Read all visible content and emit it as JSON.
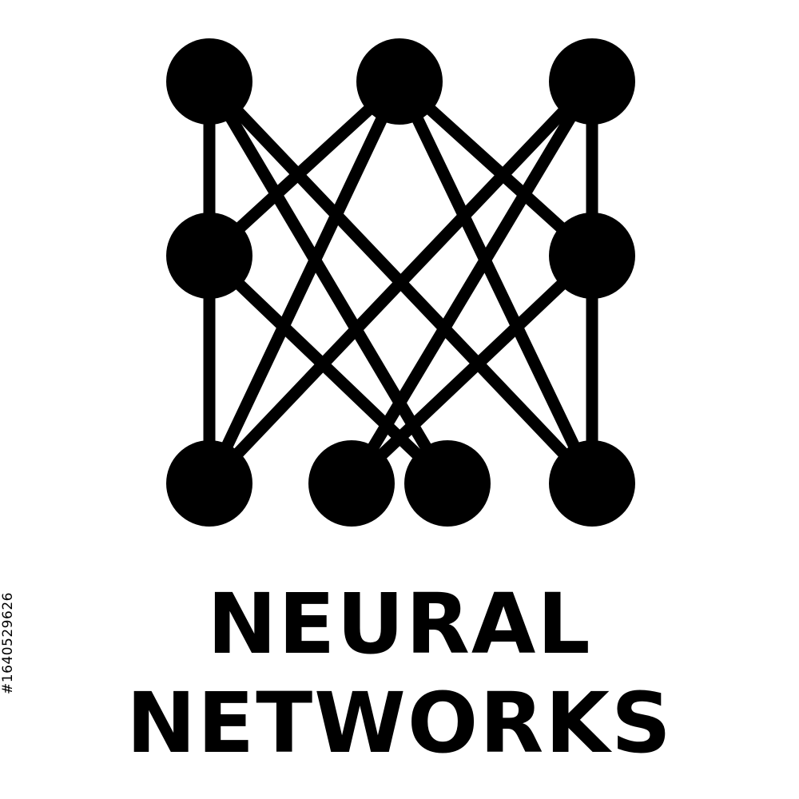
{
  "colors": {
    "foreground": "#000000",
    "background": "#ffffff"
  },
  "logo": {
    "icon": "neural-network-icon",
    "title_line1": "NEURAL",
    "title_line2": "NETWORKS"
  },
  "stock_id": "#164052962​6"
}
